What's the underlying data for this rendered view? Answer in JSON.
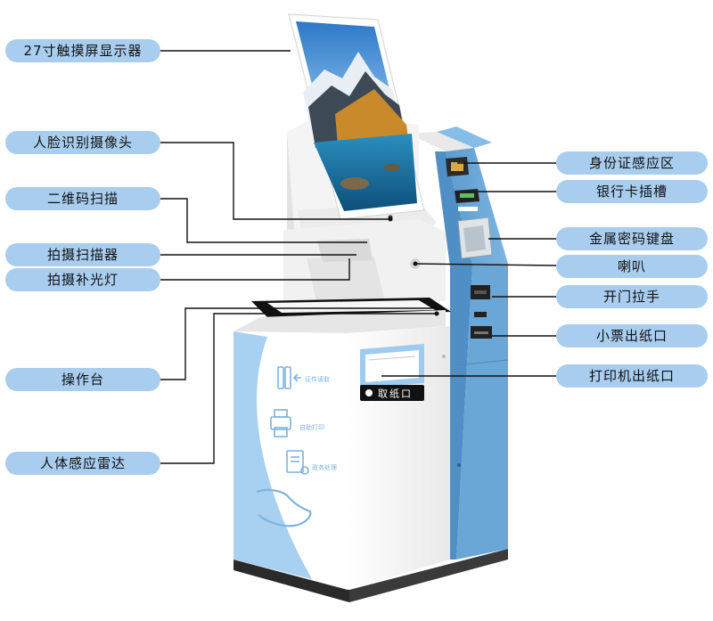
{
  "labels": {
    "touchscreen": "27寸触摸屏显示器",
    "face_camera": "人脸识别摄像头",
    "qr_scanner": "二维码扫描",
    "photo_scanner": "拍摄扫描器",
    "fill_light": "拍摄补光灯",
    "operating_table": "操作台",
    "radar": "人体感应雷达",
    "id_card_reader": "身份证感应区",
    "bank_card_slot": "银行卡插槽",
    "metal_keypad": "金属密码键盘",
    "speaker": "喇叭",
    "door_handle": "开门拉手",
    "receipt_outlet": "小票出纸口",
    "printer_outlet": "打印机出纸口"
  },
  "machine": {
    "paper_pickup_badge": "取纸口",
    "panel_captions": [
      "证件读取",
      "自助打印",
      "政务处理"
    ]
  },
  "colors": {
    "label_bg": "#a9cdee",
    "cabinet_blue": "#6aa6d6",
    "panel_light_blue": "#9fcbee",
    "body_white": "#f4f4f4",
    "leader_line": "#111111"
  },
  "icons": {
    "panel_icons": [
      "id-reader-icon",
      "printer-icon",
      "document-icon",
      "hand-icon"
    ],
    "badge_icon": "printer-glyph-icon"
  }
}
